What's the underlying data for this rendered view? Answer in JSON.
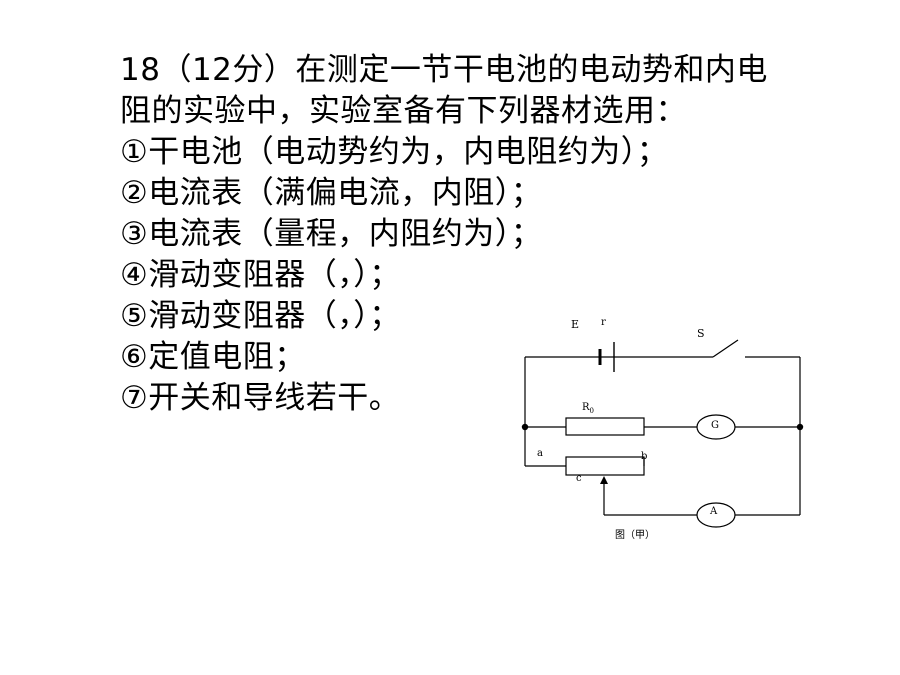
{
  "question": {
    "lines": [
      "18（12分）在测定一节干电池的电动势和内电",
      "阻的实验中，实验室备有下列器材选用：",
      "①干电池（电动势约为，内电阻约为）；",
      "②电流表（满偏电流，内阻）；",
      "③电流表（量程，内阻约为）；",
      "④滑动变阻器（，）；",
      "⑤滑动变阻器（，）；",
      "⑥定值电阻；",
      "⑦开关和导线若干。"
    ]
  },
  "circuit": {
    "label_E": "E",
    "label_r": "r",
    "label_S": "S",
    "label_R": "R",
    "label_R_sub": "0",
    "label_G": "G",
    "label_A": "A",
    "label_a": "a",
    "label_b": "b",
    "label_c": "c",
    "caption": "图（甲）"
  }
}
